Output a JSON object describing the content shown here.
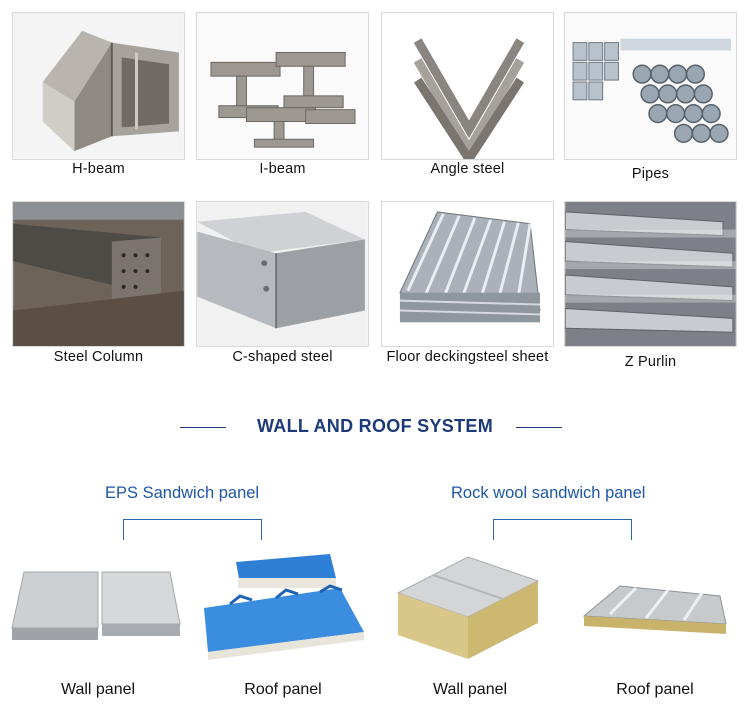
{
  "products": [
    {
      "label": "H-beam",
      "icon": "h-beam-image"
    },
    {
      "label": "I-beam",
      "icon": "i-beam-image"
    },
    {
      "label": "Angle steel",
      "icon": "angle-steel-image"
    },
    {
      "label": "Pipes",
      "icon": "pipes-image"
    },
    {
      "label": "Steel Column",
      "icon": "steel-column-image"
    },
    {
      "label": "C-shaped steel",
      "icon": "c-shaped-steel-image"
    },
    {
      "label": "Floor deckingsteel sheet",
      "icon": "floor-decking-image"
    },
    {
      "label": "Z Purlin",
      "icon": "z-purlin-image"
    }
  ],
  "section": {
    "title": "WALL AND ROOF SYSTEM",
    "title_color": "#1c3a78",
    "groups": [
      {
        "title": "EPS Sandwich panel",
        "panels": [
          "Wall panel",
          "Roof panel"
        ]
      },
      {
        "title": "Rock wool sandwich panel",
        "panels": [
          "Wall panel",
          "Roof panel"
        ]
      }
    ],
    "group_title_color": "#1e56a8",
    "roof_color": "#2f7fd6"
  }
}
